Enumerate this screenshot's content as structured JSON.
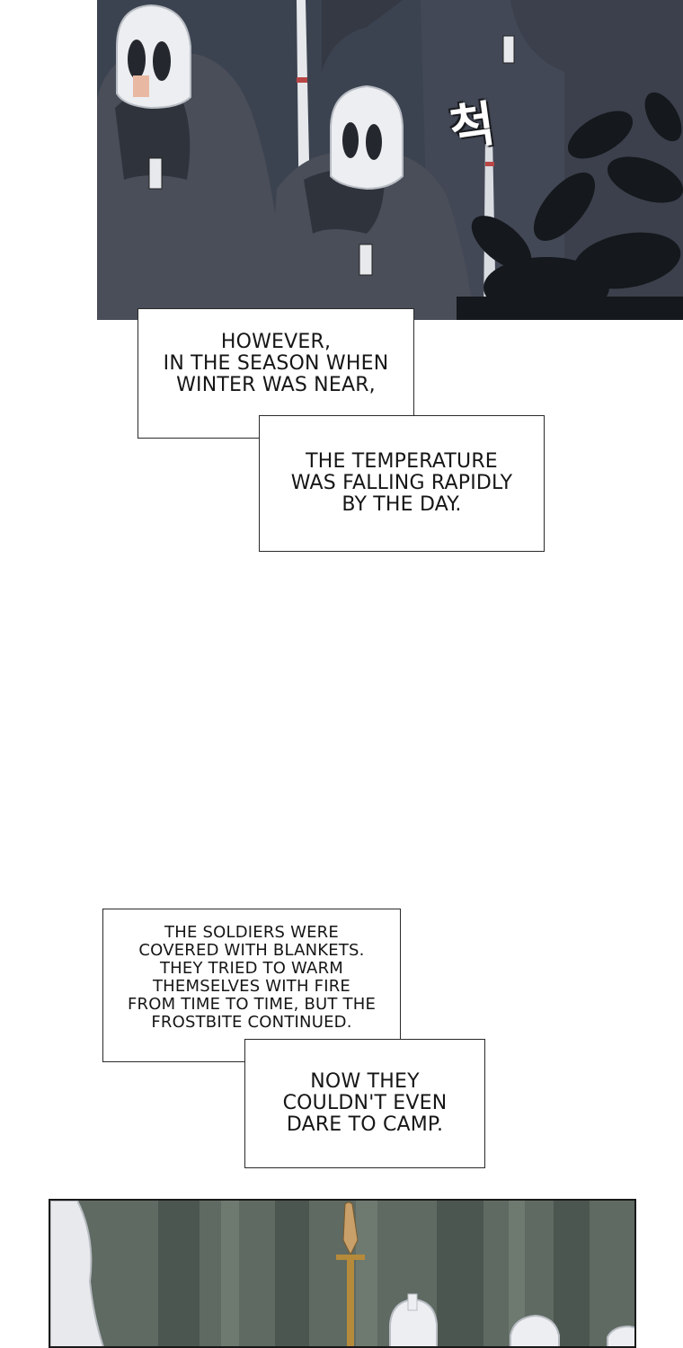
{
  "captions": [
    {
      "text": "However,\nin the season when\nwinter was near,"
    },
    {
      "text": "The temperature\nwas falling rapidly\nby the day."
    },
    {
      "text": "The soldiers were\ncovered with blankets.\nThey tried to warm\nthemselves with fire\nfrom time to time, but the\nfrostbite continued."
    },
    {
      "text": "Now they\ncouldn't even\ndare to camp."
    }
  ],
  "sound_effect": {
    "text": "척"
  },
  "colors": {
    "night_bg": "#3c4350",
    "cloak": "#4a4e59",
    "cloak_shadow": "#363a44",
    "helmet": "#eceef1",
    "foliage": "#15181c",
    "forest_bg": "#5e6a62",
    "spear_shaft": "#b58a3a"
  }
}
